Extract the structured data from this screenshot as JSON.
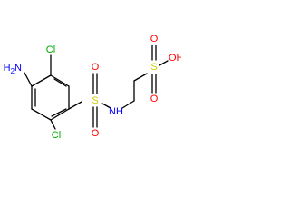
{
  "diagram": {
    "type": "chemical-structure",
    "atoms": [
      {
        "id": "nh2",
        "text": "H2N",
        "element": "N",
        "color": "#0000ff"
      },
      {
        "id": "cl1",
        "text": "Cl",
        "element": "Cl",
        "color": "#00aa00"
      },
      {
        "id": "cl2",
        "text": "Cl",
        "element": "Cl",
        "color": "#00aa00"
      },
      {
        "id": "s1",
        "text": "S",
        "element": "S",
        "color": "#cccc00"
      },
      {
        "id": "o1",
        "text": "O",
        "element": "O",
        "color": "#ff0000"
      },
      {
        "id": "o2",
        "text": "O",
        "element": "O",
        "color": "#ff0000"
      },
      {
        "id": "nh",
        "text": "NH",
        "element": "N",
        "color": "#0000ff"
      },
      {
        "id": "s2",
        "text": "S",
        "element": "S",
        "color": "#cccc00"
      },
      {
        "id": "o3",
        "text": "O",
        "element": "O",
        "color": "#ff0000"
      },
      {
        "id": "o4",
        "text": "O",
        "element": "O",
        "color": "#ff0000"
      },
      {
        "id": "oh",
        "text": "OH",
        "element": "O",
        "color": "#ff0000"
      }
    ]
  }
}
